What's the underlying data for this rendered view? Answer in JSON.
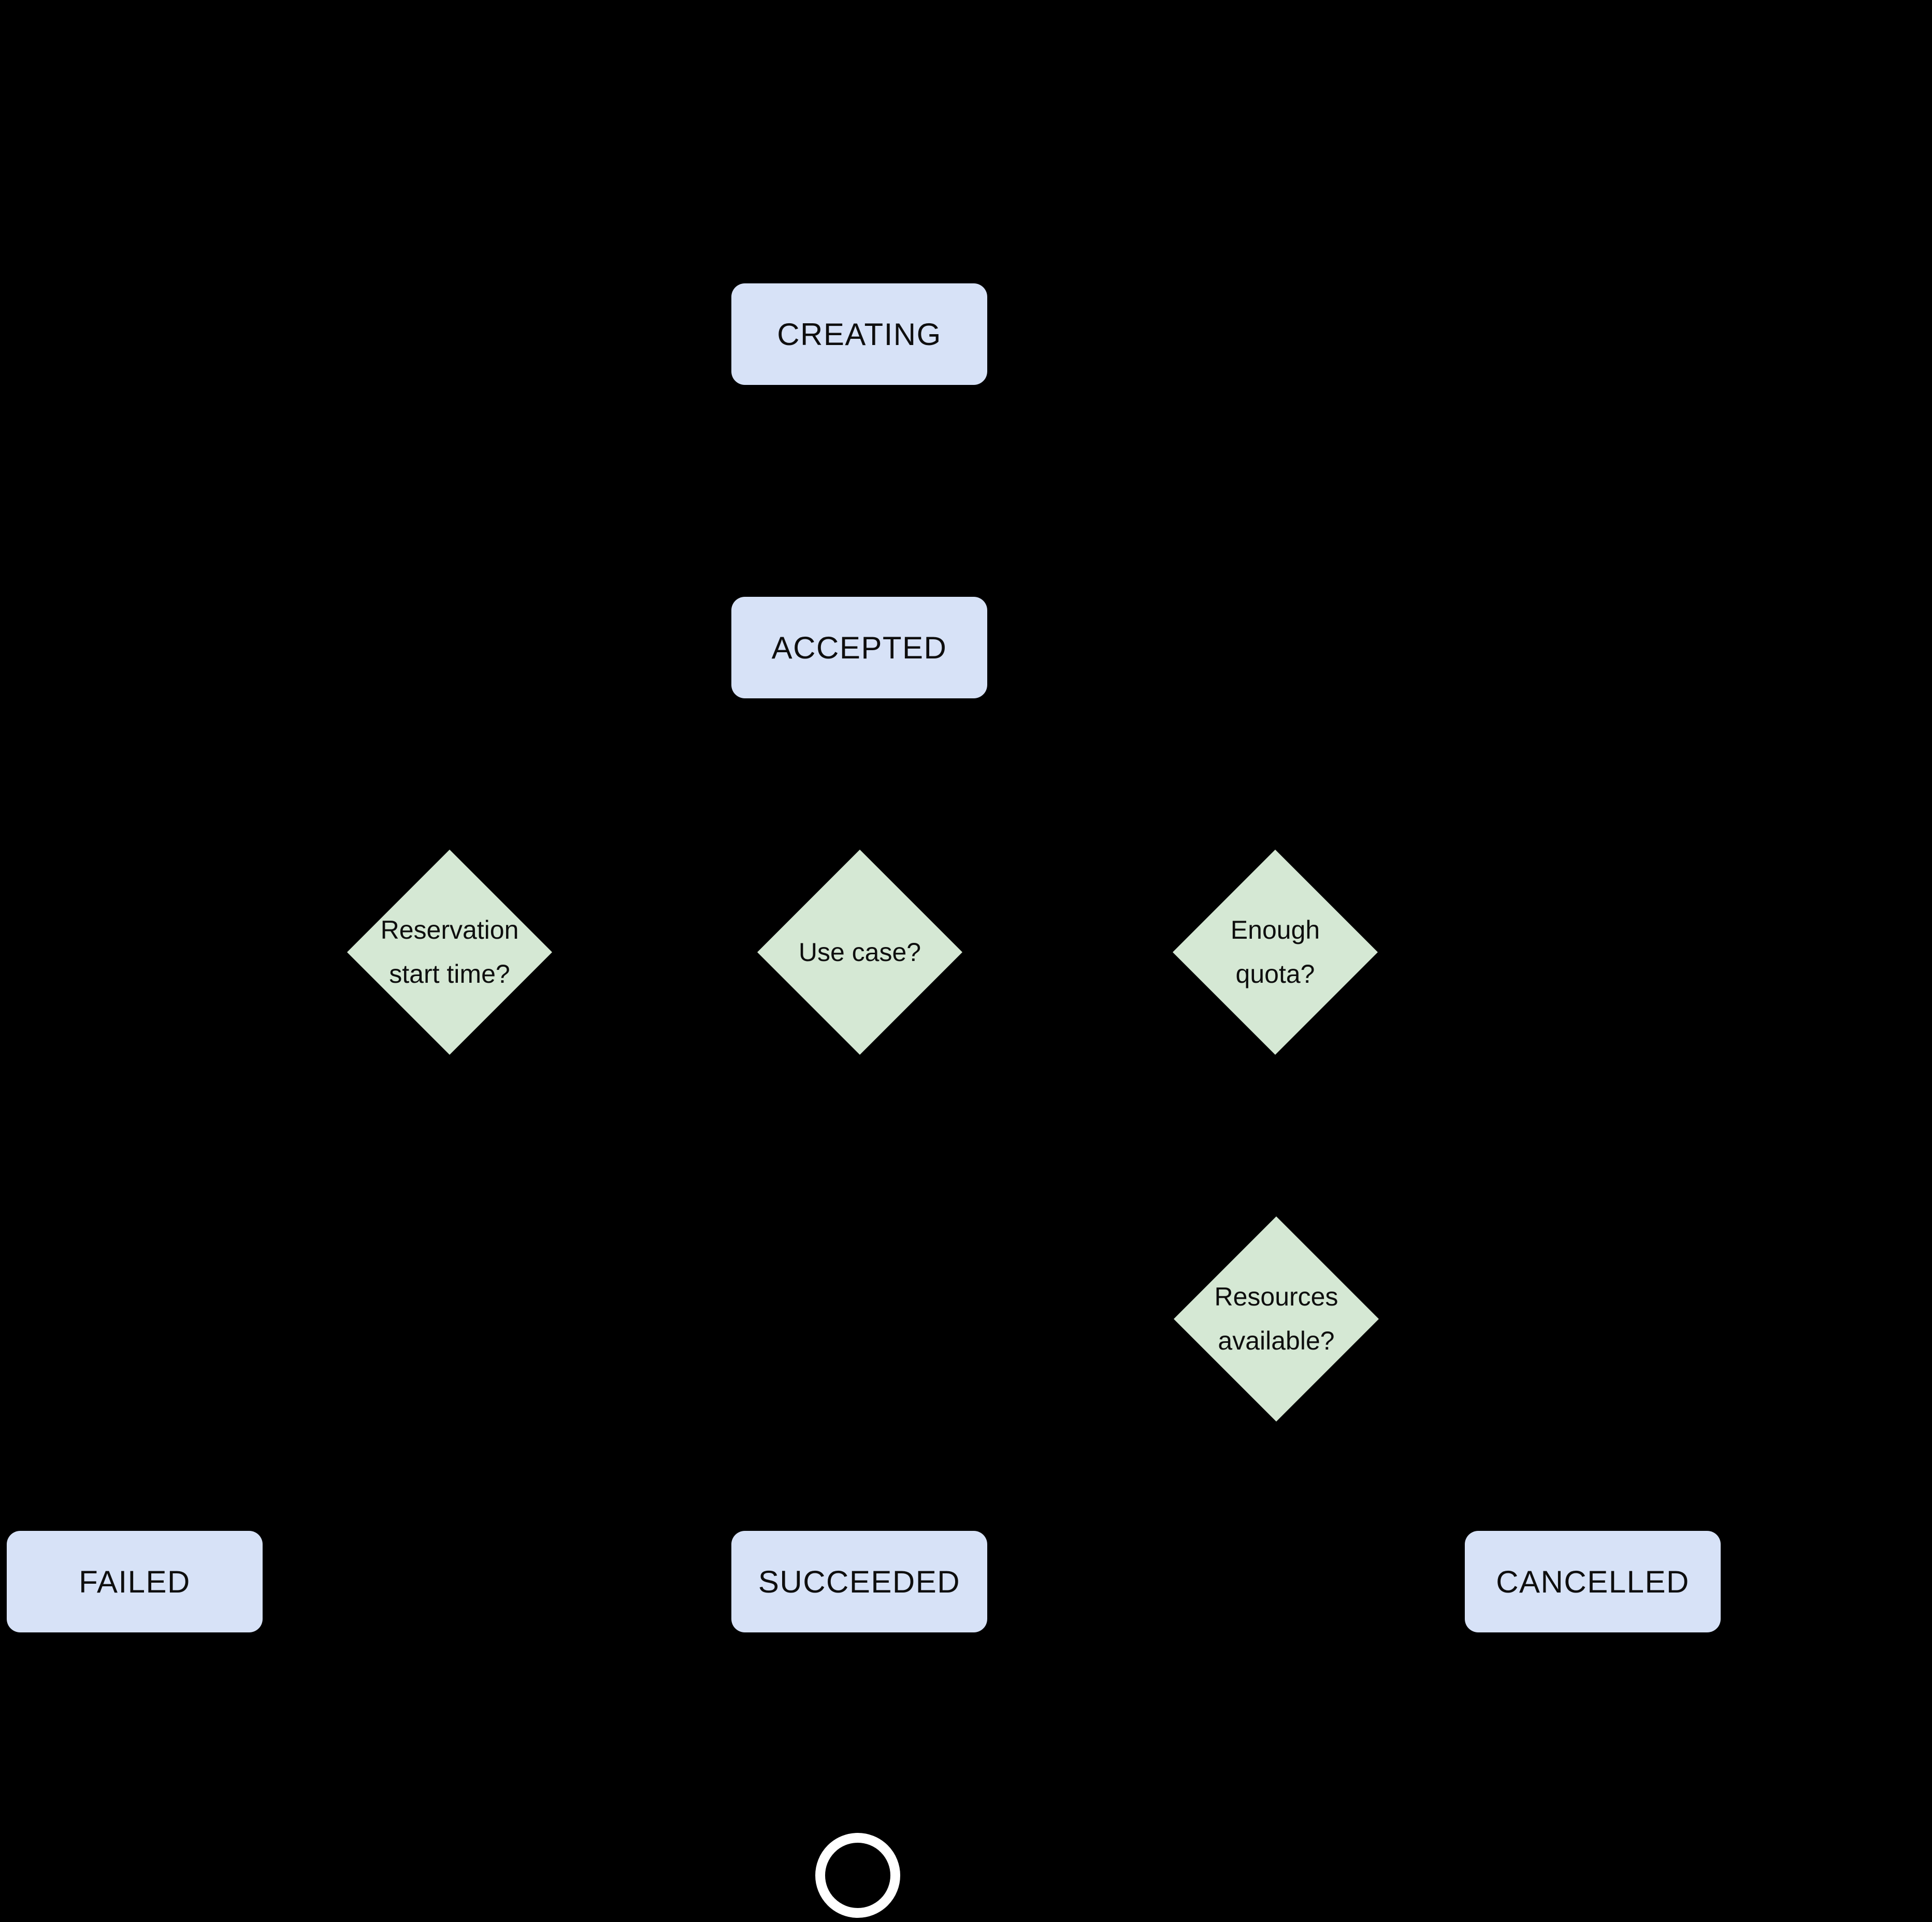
{
  "colors": {
    "background": "#000000",
    "state_fill": "#d7e2f7",
    "decision_fill": "#d5e8d4",
    "text_color": "#0e0e0e",
    "end_circle": "#ffffff"
  },
  "diagram": {
    "type": "state-flowchart",
    "states": {
      "creating": "CREATING",
      "accepted": "ACCEPTED",
      "failed": "FAILED",
      "succeeded": "SUCCEEDED",
      "cancelled": "CANCELLED"
    },
    "decisions": {
      "reservation_start_time": "Reservation\nstart time?",
      "use_case": "Use case?",
      "enough_quota": "Enough\nquota?",
      "resources_available": "Resources\navailable?"
    },
    "end_marker": "end-state-circle"
  }
}
